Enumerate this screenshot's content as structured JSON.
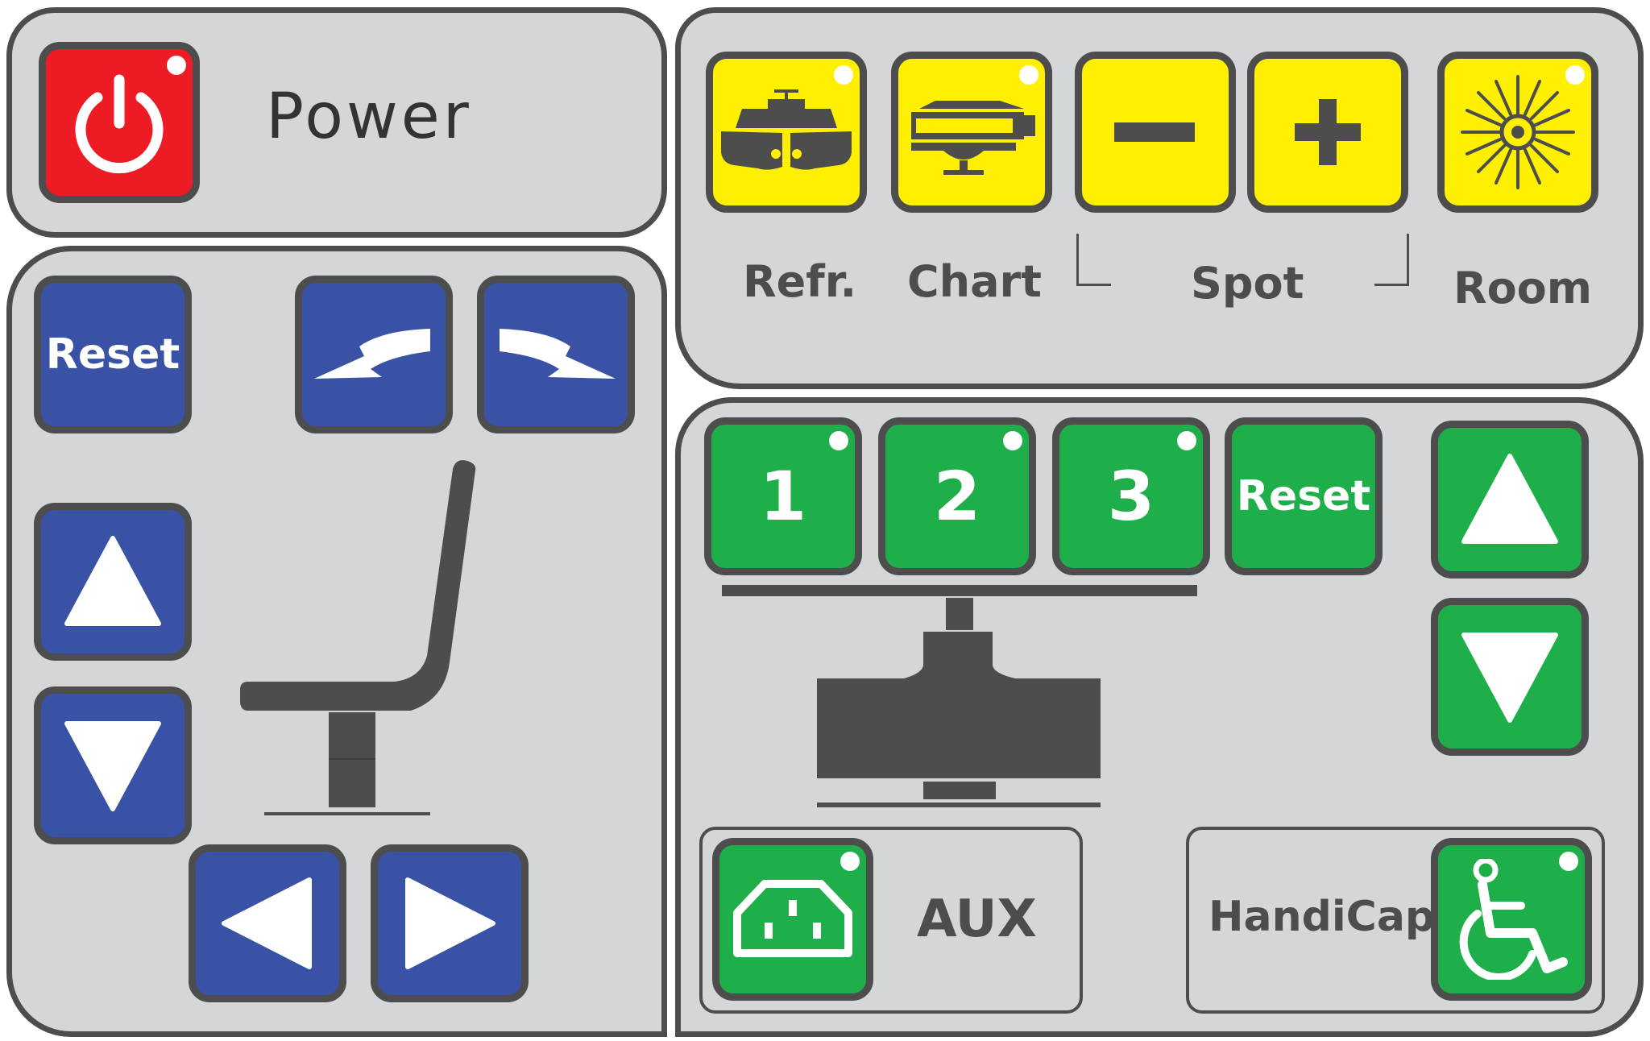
{
  "power": {
    "label": "Power",
    "button_icon": "power-icon"
  },
  "lighting": {
    "refr_label": "Refr.",
    "chart_label": "Chart",
    "spot_label": "Spot",
    "room_label": "Room",
    "icons": [
      "refractor-icon",
      "chart-projector-icon",
      "minus-icon",
      "plus-icon",
      "sun-icon"
    ]
  },
  "chair": {
    "reset_label": "Reset",
    "icons": [
      "tilt-back-arrow-icon",
      "tilt-forward-arrow-icon",
      "up-arrow-icon",
      "down-arrow-icon",
      "left-arrow-icon",
      "right-arrow-icon",
      "chair-icon"
    ]
  },
  "table": {
    "preset_1": "1",
    "preset_2": "2",
    "preset_3": "3",
    "reset_label": "Reset",
    "icons": [
      "up-arrow-icon",
      "down-arrow-icon",
      "table-stand-icon"
    ]
  },
  "aux": {
    "label": "AUX",
    "icon": "power-outlet-icon"
  },
  "handicap": {
    "label": "HandiCap",
    "icon": "wheelchair-icon"
  },
  "colors": {
    "panel": "#d4d6d7",
    "outline": "#4d4d4d",
    "blue": "#3a52a6",
    "green": "#1faf4a",
    "yellow": "#ffef00",
    "red": "#ed1c24"
  }
}
